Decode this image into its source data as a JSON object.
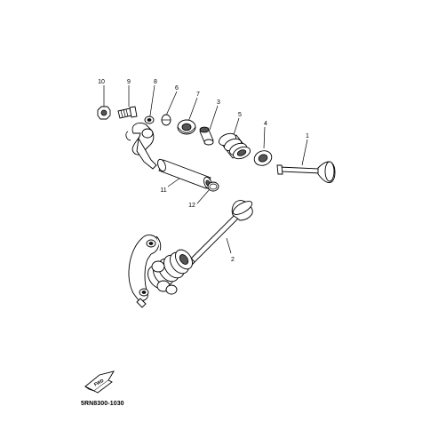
{
  "callouts": [
    {
      "id": "label-10",
      "text": "10"
    },
    {
      "id": "label-9",
      "text": "9"
    },
    {
      "id": "label-8",
      "text": "8"
    },
    {
      "id": "label-6",
      "text": "6"
    },
    {
      "id": "label-7",
      "text": "7"
    },
    {
      "id": "label-3",
      "text": "3"
    },
    {
      "id": "label-5",
      "text": "5"
    },
    {
      "id": "label-4",
      "text": "4"
    },
    {
      "id": "label-1",
      "text": "1"
    },
    {
      "id": "label-11",
      "text": "11"
    },
    {
      "id": "label-12",
      "text": "12"
    },
    {
      "id": "label-2",
      "text": "2"
    }
  ],
  "fwd_label": "FWD",
  "diagram_code": "5RN8300-1030"
}
